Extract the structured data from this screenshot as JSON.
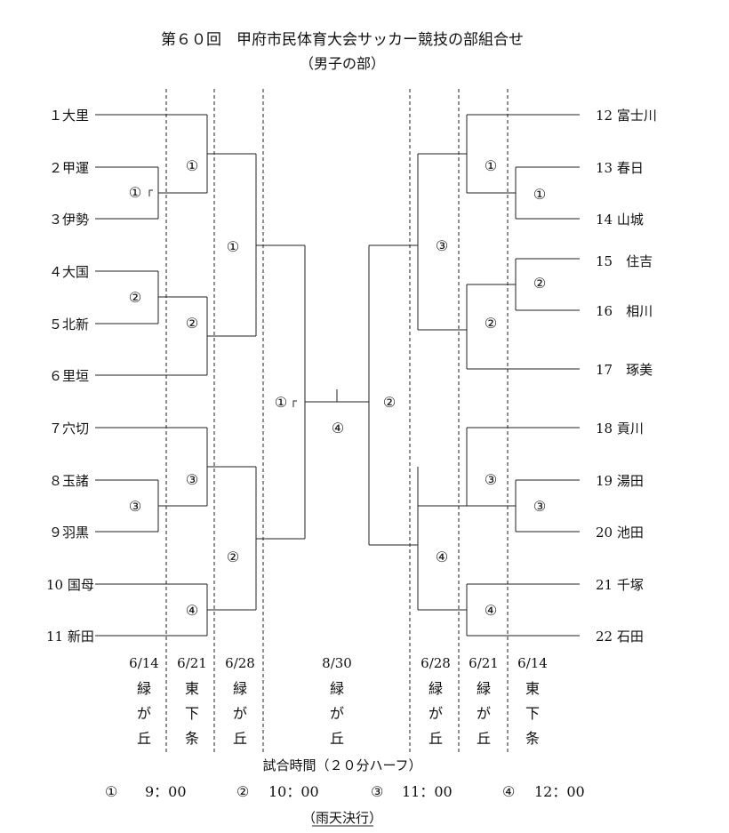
{
  "title": "第６０回　甲府市民体育大会サッカー競技の部組合せ",
  "subtitle": "（男子の部）",
  "teams_left": [
    "１大里",
    "２甲運",
    "３伊勢",
    "４大国",
    "５北新",
    "６里垣",
    "７穴切",
    "８玉諸",
    "９羽黒",
    "10 国母",
    "11 新田"
  ],
  "teams_right": [
    "12 富士川",
    "13 春日",
    "14 山城",
    "15　住吉",
    "16　相川",
    "17　琢美",
    "18 貢川",
    "19 湯田",
    "20 池田",
    "21 千塚",
    "22 石田"
  ],
  "match_marks": {
    "left_r1_a": "①",
    "left_r1_b": "②",
    "left_r1_c": "③",
    "left_r2_a": "①",
    "left_r2_b": "②",
    "left_r2_c": "③",
    "left_r2_d": "④",
    "left_r3_a": "①",
    "left_r3_b": "②",
    "left_semi": "①",
    "final": "④",
    "right_semi": "②",
    "right_r3_a": "③",
    "right_r3_b": "④",
    "right_r2_a": "①",
    "right_r2_b": "②",
    "right_r2_c": "③",
    "right_r2_d": "④",
    "right_r1_a": "①",
    "right_r1_b": "②",
    "right_r1_c": "③"
  },
  "schedule": [
    {
      "date": "6/14",
      "venue": [
        "緑",
        "が",
        "丘"
      ]
    },
    {
      "date": "6/21",
      "venue": [
        "東",
        "下",
        "条"
      ]
    },
    {
      "date": "6/28",
      "venue": [
        "緑",
        "が",
        "丘"
      ]
    },
    {
      "date": "8/30",
      "venue": [
        "緑",
        "が",
        "丘"
      ]
    },
    {
      "date": "6/28",
      "venue": [
        "緑",
        "が",
        "丘"
      ]
    },
    {
      "date": "6/21",
      "venue": [
        "緑",
        "が",
        "丘"
      ]
    },
    {
      "date": "6/14",
      "venue": [
        "東",
        "下",
        "条"
      ]
    }
  ],
  "time_heading": "試合時間（２０分ハーフ）",
  "times": [
    {
      "mark": "①",
      "time": "9：00"
    },
    {
      "mark": "②",
      "time": "10：00"
    },
    {
      "mark": "③",
      "time": "11：00"
    },
    {
      "mark": "④",
      "time": "12：00"
    }
  ],
  "rain_note": "（雨天決行）"
}
